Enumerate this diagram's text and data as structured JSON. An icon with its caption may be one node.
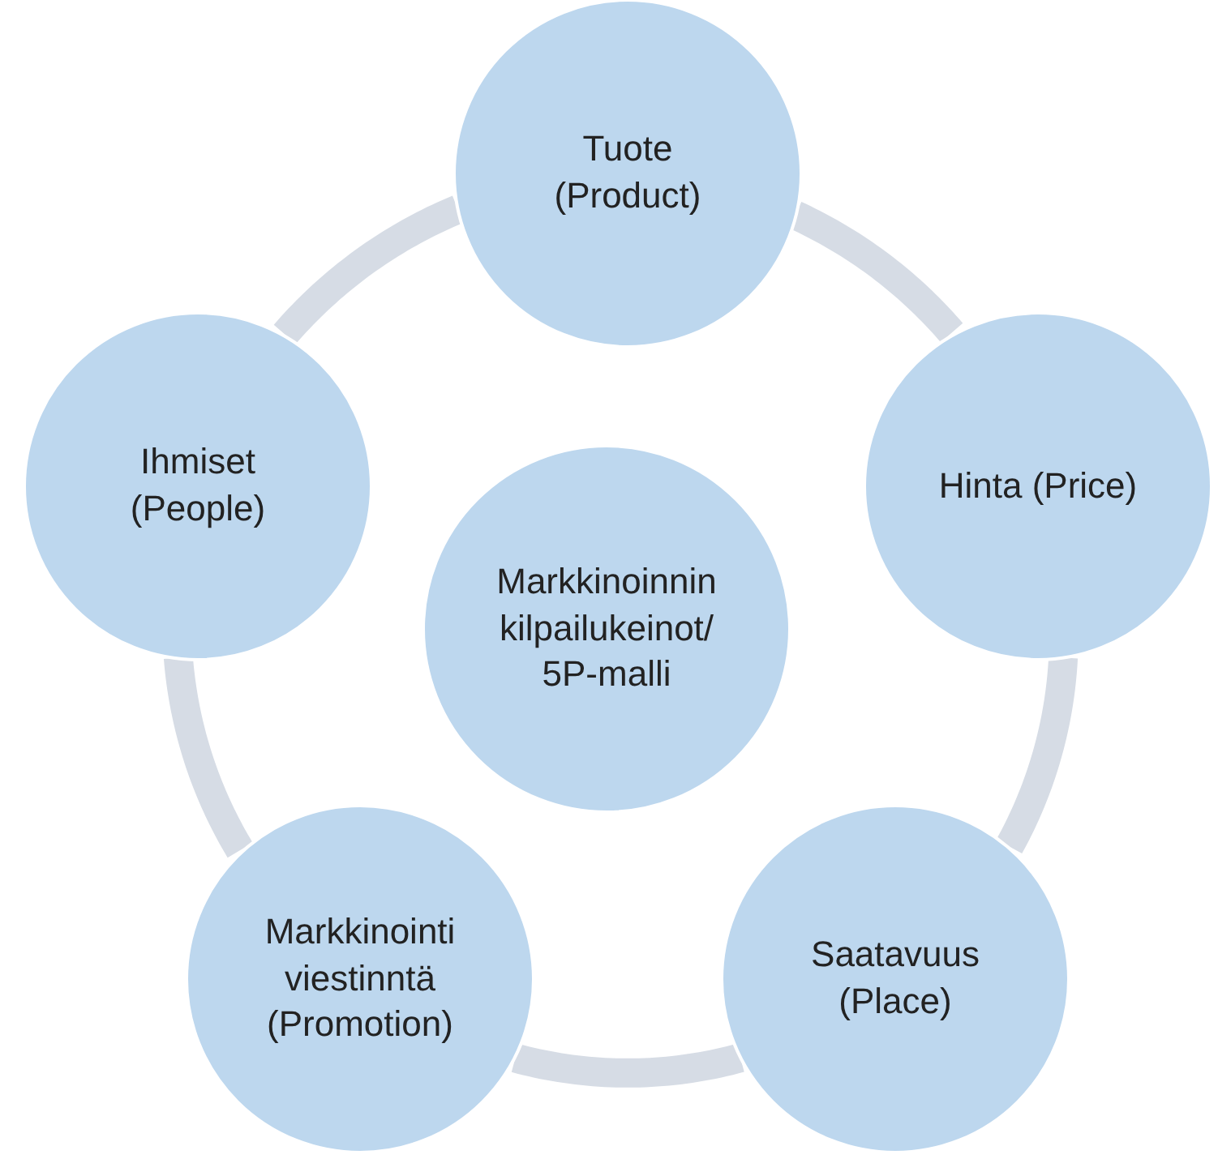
{
  "diagram": {
    "nodes": [
      {
        "text": [
          "Tuote (Product)"
        ]
      },
      {
        "text": [
          "Hinta (Price)"
        ]
      },
      {
        "text": [
          "Saatavuus (Place)"
        ]
      },
      {
        "text": [
          "Markkinointi viestinntä (Promotion)"
        ]
      },
      {
        "text": [
          "Ihmiset (People)"
        ]
      },
      {
        "text": [
          "Markkinoinnin kilpailukeinot/ 5P-malli"
        ]
      }
    ],
    "edges": [
      {
        "from": 0,
        "to": 1,
        "arrow": "none"
      },
      {
        "from": 1,
        "to": 2,
        "arrow": "none"
      },
      {
        "from": 2,
        "to": 3,
        "arrow": "none"
      },
      {
        "from": 3,
        "to": 4,
        "arrow": "none"
      },
      {
        "from": 4,
        "to": 0,
        "arrow": "none"
      }
    ]
  }
}
